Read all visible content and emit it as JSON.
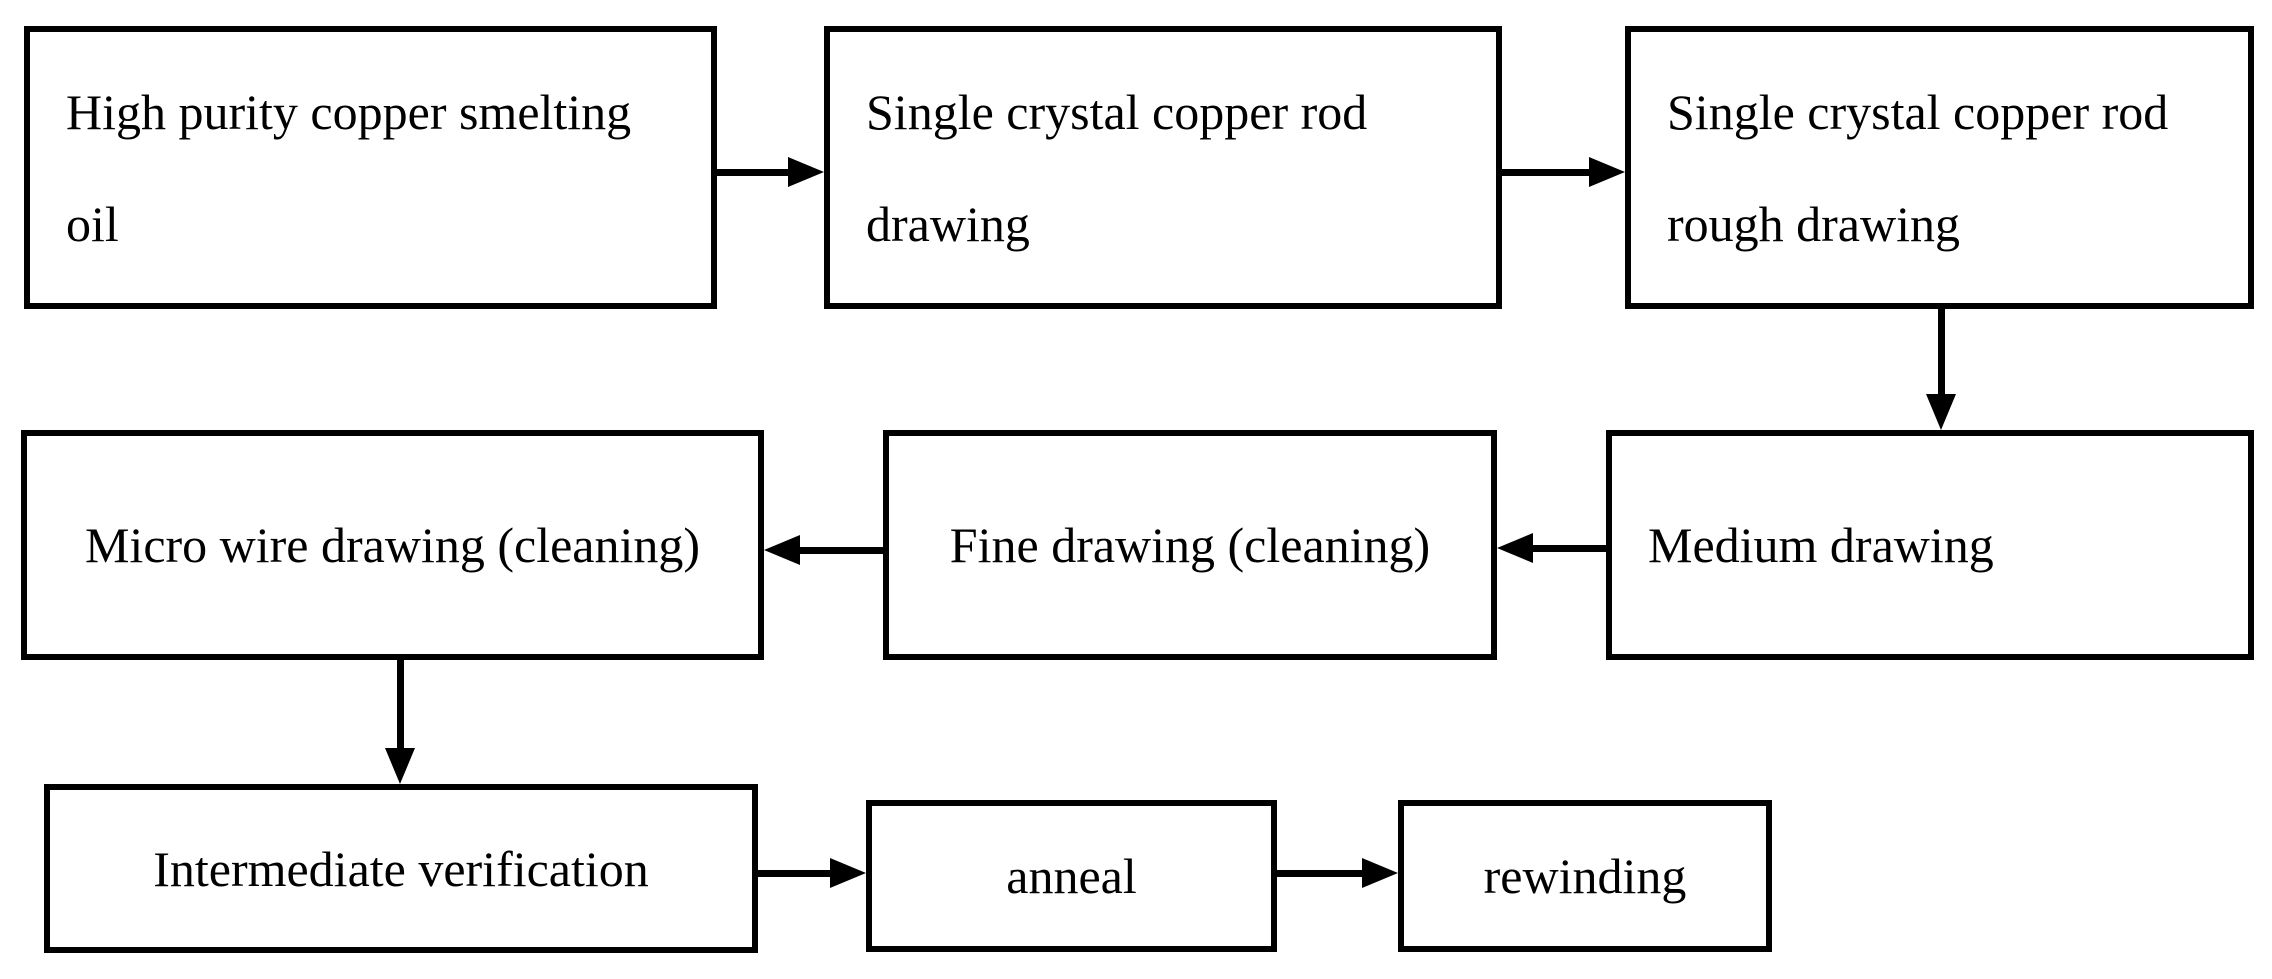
{
  "diagram": {
    "type": "flowchart",
    "background_color": "#ffffff",
    "line_color": "#000000",
    "text_color": "#000000",
    "nodes": [
      {
        "id": "high-purity-copper-smelting-oil",
        "label": "High purity copper smelting oil",
        "lines": [
          "High purity copper smelting",
          "oil"
        ]
      },
      {
        "id": "single-crystal-copper-rod-drawing",
        "label": "Single crystal copper rod drawing",
        "lines": [
          "Single crystal copper rod",
          "drawing"
        ]
      },
      {
        "id": "single-crystal-copper-rod-rough-drawing",
        "label": "Single crystal copper rod rough drawing",
        "lines": [
          "Single crystal copper rod",
          "rough drawing"
        ]
      },
      {
        "id": "medium-drawing",
        "label": "Medium drawing",
        "lines": [
          "Medium drawing"
        ]
      },
      {
        "id": "fine-drawing-cleaning",
        "label": "Fine drawing (cleaning)",
        "lines": [
          "Fine drawing (cleaning)"
        ]
      },
      {
        "id": "micro-wire-drawing-cleaning",
        "label": "Micro wire drawing (cleaning)",
        "lines": [
          "Micro wire drawing (cleaning)"
        ]
      },
      {
        "id": "intermediate-verification",
        "label": "Intermediate verification",
        "lines": [
          "Intermediate verification"
        ]
      },
      {
        "id": "anneal",
        "label": "anneal",
        "lines": [
          "anneal"
        ]
      },
      {
        "id": "rewinding",
        "label": "rewinding",
        "lines": [
          "rewinding"
        ]
      }
    ],
    "edges": [
      {
        "from": "high-purity-copper-smelting-oil",
        "to": "single-crystal-copper-rod-drawing",
        "direction": "right"
      },
      {
        "from": "single-crystal-copper-rod-drawing",
        "to": "single-crystal-copper-rod-rough-drawing",
        "direction": "right"
      },
      {
        "from": "single-crystal-copper-rod-rough-drawing",
        "to": "medium-drawing",
        "direction": "down"
      },
      {
        "from": "medium-drawing",
        "to": "fine-drawing-cleaning",
        "direction": "left"
      },
      {
        "from": "fine-drawing-cleaning",
        "to": "micro-wire-drawing-cleaning",
        "direction": "left"
      },
      {
        "from": "micro-wire-drawing-cleaning",
        "to": "intermediate-verification",
        "direction": "down"
      },
      {
        "from": "intermediate-verification",
        "to": "anneal",
        "direction": "right"
      },
      {
        "from": "anneal",
        "to": "rewinding",
        "direction": "right"
      }
    ]
  }
}
